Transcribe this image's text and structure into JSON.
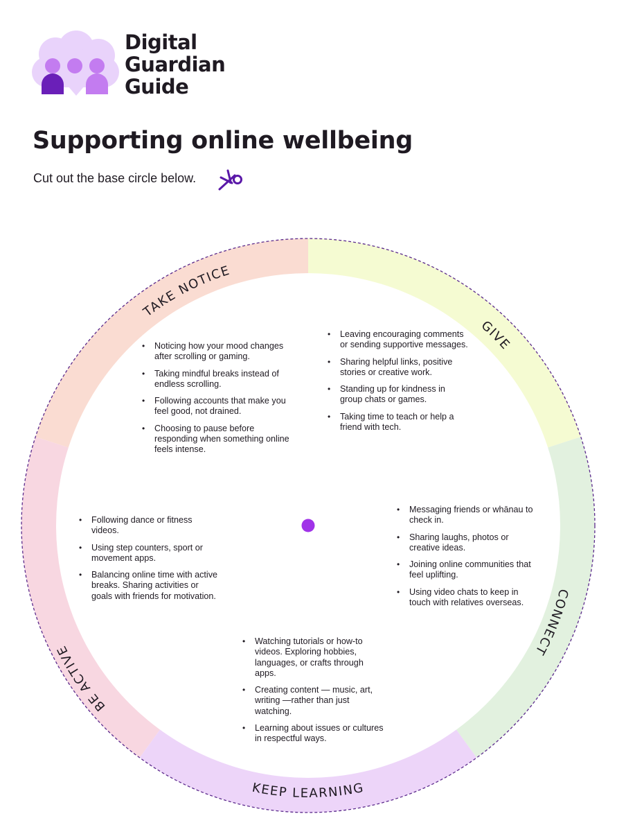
{
  "brand": {
    "line1": "Digital",
    "line2": "Guardian",
    "line3": "Guide",
    "colors": {
      "cloud": "#E9D3FB",
      "head": "#C37CF0",
      "body_dark": "#6A1FB8",
      "body_light": "#C37CF0"
    }
  },
  "title": "Supporting online wellbeing",
  "subtitle": "Cut out the base circle below.",
  "scissors_icon": "scissors-icon",
  "wheel": {
    "center_dot_color": "#A033E8",
    "border_color": "#5B2A8C",
    "segments": [
      {
        "label": "TAKE NOTICE",
        "color": "#FADCD2",
        "items": [
          "Noticing how your mood changes after scrolling or gaming.",
          "Taking mindful breaks instead of endless scrolling.",
          "Following accounts that make you feel good, not drained.",
          "Choosing to pause before responding when something online feels intense."
        ]
      },
      {
        "label": "GIVE",
        "color": "#F5FBD2",
        "items": [
          "Leaving encouraging comments or sending supportive messages.",
          "Sharing helpful links, positive stories or creative work.",
          "Standing up for kindness in group chats or games.",
          "Taking time to teach or help a friend with tech."
        ]
      },
      {
        "label": "BE ACTIVE",
        "color": "#F8D7E1",
        "items": [
          "Following dance or fitness videos.",
          "Using step counters, sport or movement apps.",
          "Balancing online time with active breaks. Sharing activities or goals with friends for motivation."
        ]
      },
      {
        "label": "CONNECT",
        "color": "#E2F1DF",
        "items": [
          "Messaging friends or whānau to check in.",
          "Sharing laughs, photos or creative ideas.",
          "Joining online communities that feel uplifting.",
          "Using video chats to keep in touch with relatives overseas."
        ]
      },
      {
        "label": "KEEP LEARNING",
        "color": "#EDD5F9",
        "items": [
          "Watching tutorials or how-to videos. Exploring hobbies, languages, or crafts through apps.",
          "Creating content — music, art, writing —rather than just watching.",
          "Learning about issues or cultures in respectful ways."
        ]
      }
    ]
  }
}
